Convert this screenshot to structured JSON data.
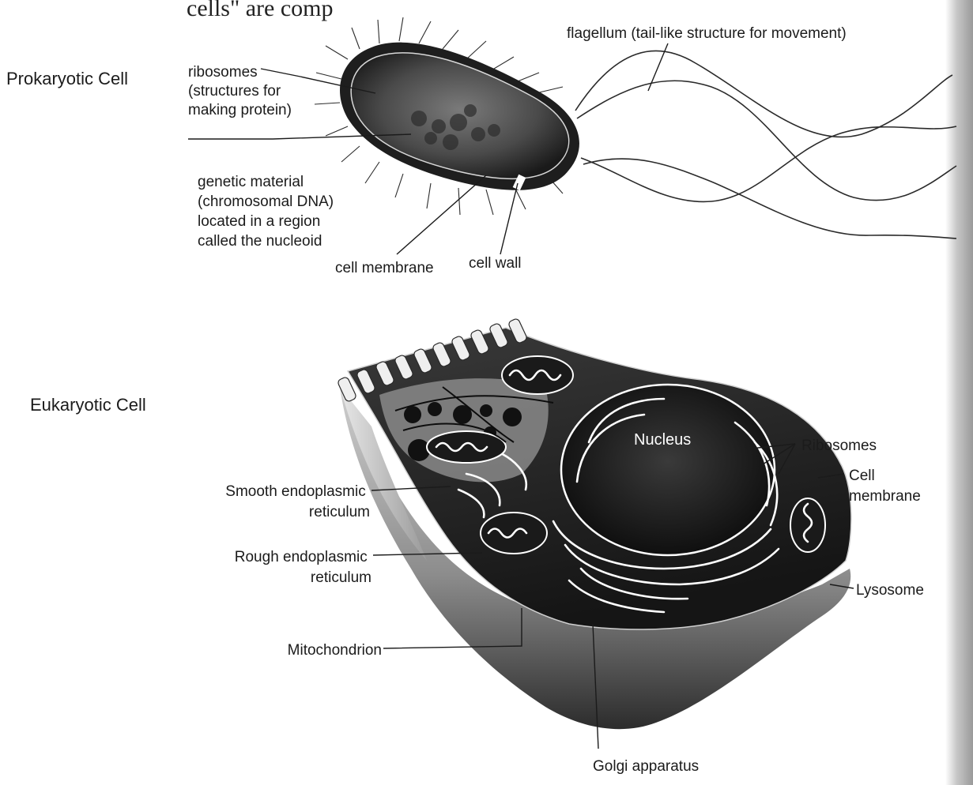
{
  "page_fragment": "cells\" are comp",
  "prokaryotic": {
    "title": "Prokaryotic Cell",
    "labels": {
      "ribosomes": [
        "ribosomes",
        "(structures for",
        "making protein)"
      ],
      "genetic_material": [
        "genetic material",
        "(chromosomal DNA)",
        "located in a region",
        "called the nucleoid"
      ],
      "cell_membrane": "cell membrane",
      "cell_wall": "cell wall",
      "flagellum": "flagellum (tail-like structure for movement)"
    }
  },
  "eukaryotic": {
    "title": "Eukaryotic Cell",
    "labels": {
      "nucleus": "Nucleus",
      "ribosomes": "Ribosomes",
      "cell_membrane": [
        "Cell",
        "membrane"
      ],
      "smooth_er": [
        "Smooth endoplasmic",
        "reticulum"
      ],
      "rough_er": [
        "Rough endoplasmic",
        "reticulum"
      ],
      "mitochondrion": "Mitochondrion",
      "lysosome": "Lysosome",
      "golgi": "Golgi apparatus"
    }
  },
  "colors": {
    "ink": "#1b1b1b",
    "cell_dark": "#242424",
    "cell_mid": "#6e6e6e",
    "organelle_outline": "#ffffff",
    "page_edge": "#9a9a9a"
  }
}
